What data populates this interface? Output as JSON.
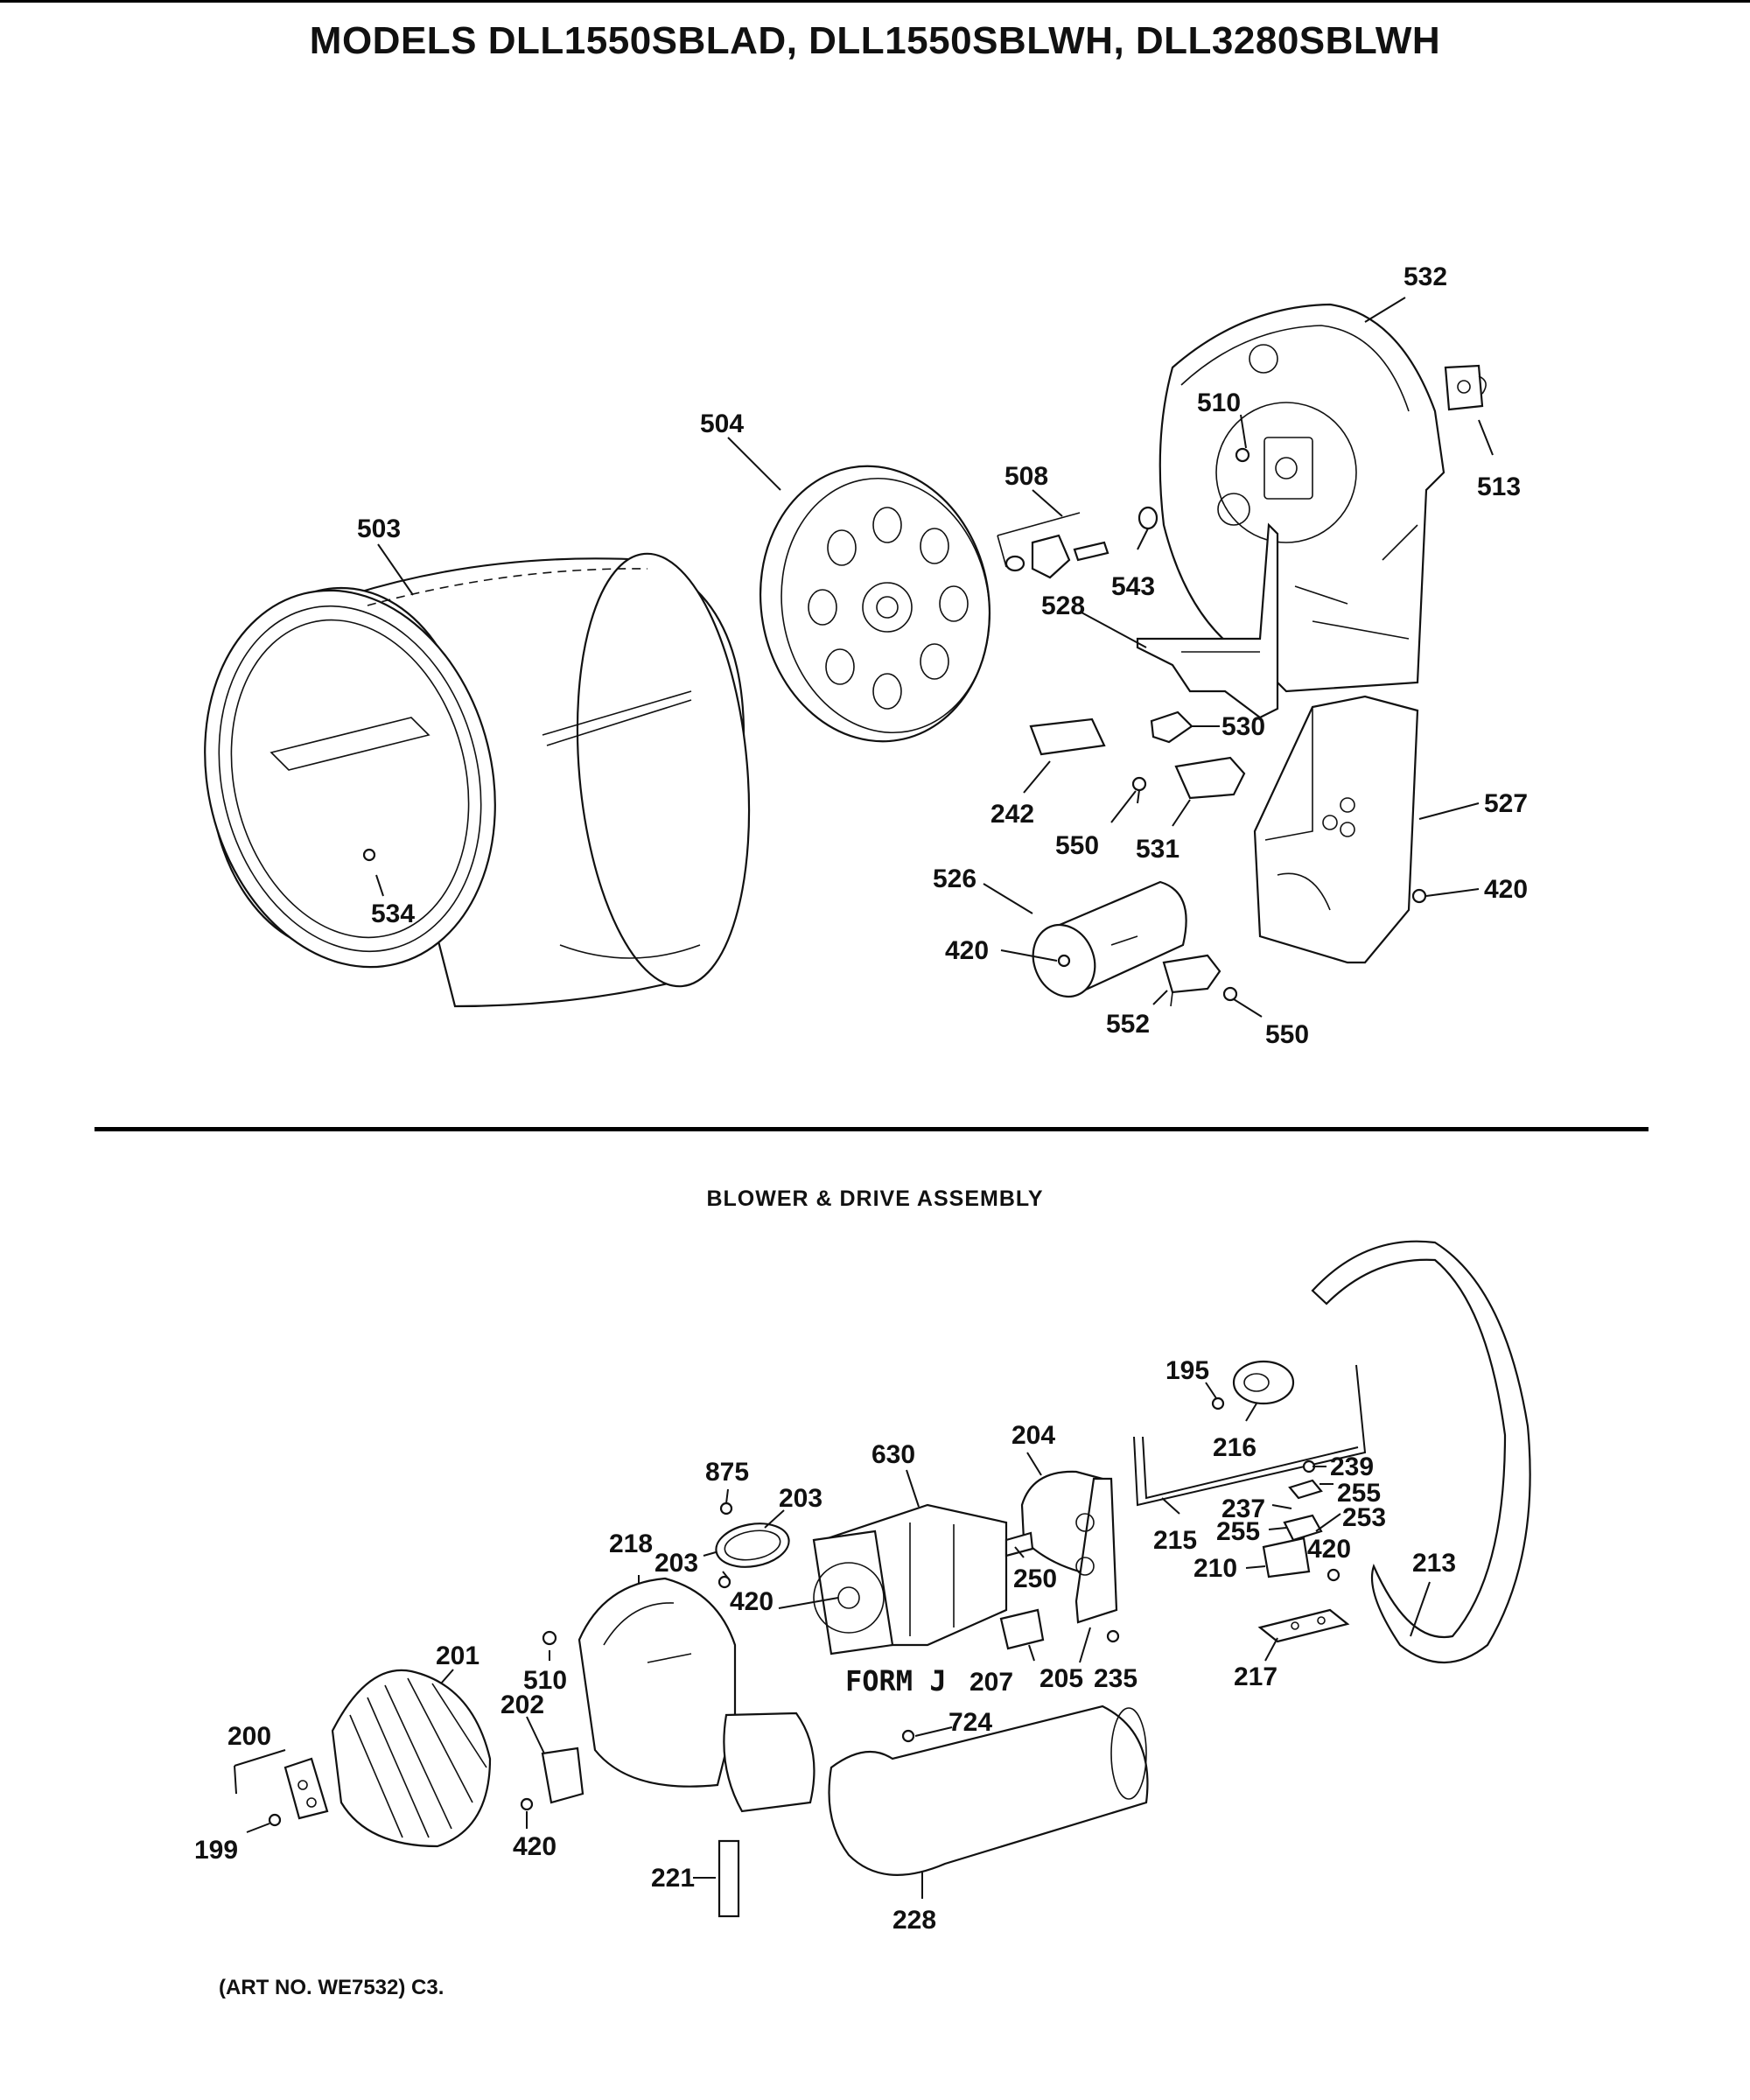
{
  "header": {
    "title": "MODELS DLL1550SBLAD, DLL1550SBLWH, DLL3280SBLWH"
  },
  "section": {
    "title": "BLOWER & DRIVE ASSEMBLY"
  },
  "footer": {
    "art_number": "(ART NO. WE7532) C3."
  },
  "annotations": {
    "form_label": "FORM J"
  },
  "part_labels": {
    "p503": "503",
    "p504": "504",
    "p508": "508",
    "p532": "532",
    "p510a": "510",
    "p513": "513",
    "p543": "543",
    "p528": "528",
    "p530": "530",
    "p242": "242",
    "p550a": "550",
    "p531": "531",
    "p527": "527",
    "p420a": "420",
    "p526": "526",
    "p420b": "420",
    "p534": "534",
    "p552": "552",
    "p550b": "550",
    "p195": "195",
    "p216": "216",
    "p204": "204",
    "p630": "630",
    "p875": "875",
    "p203a": "203",
    "p239": "239",
    "p255a": "255",
    "p237": "237",
    "p253": "253",
    "p255b": "255",
    "p215": "215",
    "p210": "210",
    "p420c": "420",
    "p213": "213",
    "p218": "218",
    "p203b": "203",
    "p250": "250",
    "p420d": "420",
    "p510b": "510",
    "p201": "201",
    "p207": "207",
    "p205": "205",
    "p235": "235",
    "p217": "217",
    "p724": "724",
    "p202": "202",
    "p200": "200",
    "p199": "199",
    "p420e": "420",
    "p221": "221",
    "p228": "228"
  }
}
